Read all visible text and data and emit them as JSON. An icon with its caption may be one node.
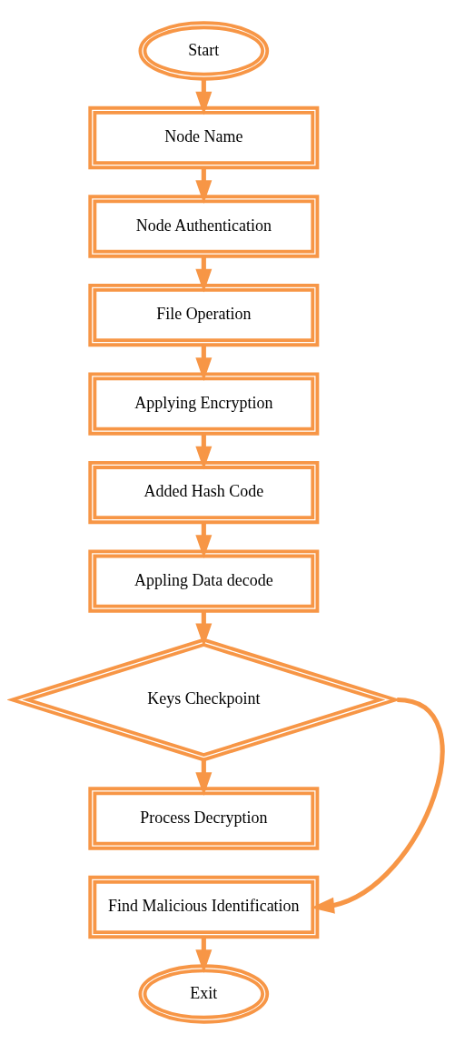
{
  "diagram": {
    "nodes": [
      {
        "text": [
          "Start"
        ]
      },
      {
        "text": [
          "Node Name"
        ]
      },
      {
        "text": [
          "Node Authentication"
        ]
      },
      {
        "text": [
          "File Operation"
        ]
      },
      {
        "text": [
          "Applying Encryption"
        ]
      },
      {
        "text": [
          "Added Hash Code"
        ]
      },
      {
        "text": [
          "Appling Data decode"
        ]
      },
      {
        "text": [
          "Keys Checkpoint"
        ]
      },
      {
        "text": [
          "Process Decryption"
        ]
      },
      {
        "text": [
          "Find Malicious Identification"
        ]
      },
      {
        "text": [
          "Exit"
        ]
      }
    ],
    "edges": [
      {
        "from": 0,
        "to": 1,
        "arrow": "to"
      },
      {
        "from": 1,
        "to": 2,
        "arrow": "to"
      },
      {
        "from": 2,
        "to": 3,
        "arrow": "to"
      },
      {
        "from": 3,
        "to": 4,
        "arrow": "to"
      },
      {
        "from": 4,
        "to": 5,
        "arrow": "to"
      },
      {
        "from": 5,
        "to": 6,
        "arrow": "to"
      },
      {
        "from": 6,
        "to": 7,
        "arrow": "to"
      },
      {
        "from": 7,
        "to": 8,
        "arrow": "to"
      },
      {
        "from": 7,
        "to": 9,
        "arrow": "to"
      },
      {
        "from": 9,
        "to": 10,
        "arrow": "to"
      }
    ]
  }
}
